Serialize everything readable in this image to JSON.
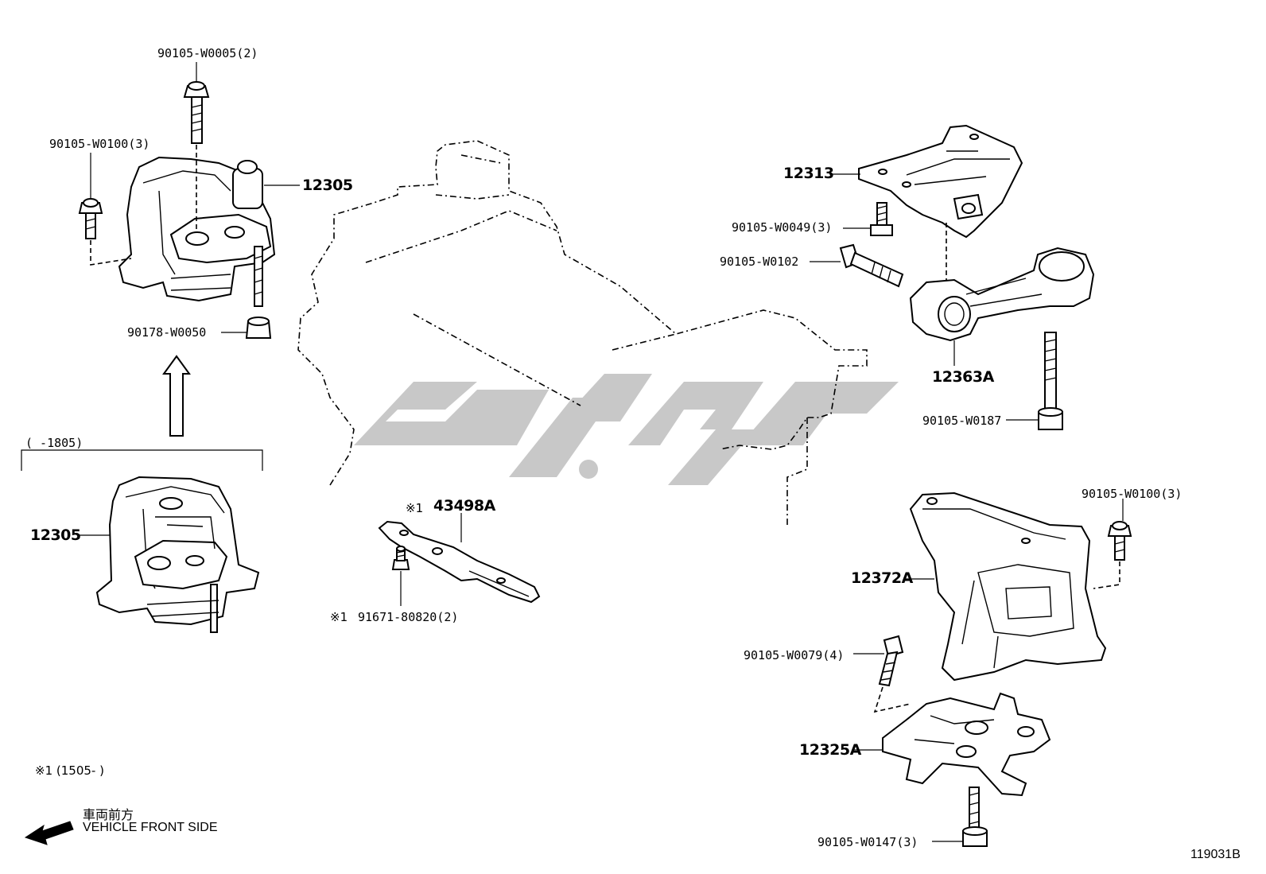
{
  "diagram_code": "119031B",
  "callouts": {
    "bolt_top": "90105-W0005(2)",
    "bolt_left": "90105-W0100(3)",
    "mount_upper": "12305",
    "nut_left": "90178-W0050",
    "date_range": "(     -1805)",
    "mount_lower": "12305",
    "bracket_43498a": "43498A",
    "bracket_43498a_mark": "※1",
    "bolt_91671": "91671-80820(2)",
    "bolt_91671_mark": "※1",
    "bracket_12313": "12313",
    "bolt_0049": "90105-W0049(3)",
    "bolt_0102": "90105-W0102",
    "rod_12363a": "12363A",
    "bolt_0187": "90105-W0187",
    "bolt_right": "90105-W0100(3)",
    "mount_12372a": "12372A",
    "bolt_0079": "90105-W0079(4)",
    "bracket_12325a": "12325A",
    "bolt_0147": "90105-W0147(3)"
  },
  "footnote": "※1 (1505-     )",
  "direction": {
    "japanese": "車両前方",
    "english": "VEHICLE FRONT SIDE"
  },
  "icons": {
    "direction_arrow": "arrow-left-icon",
    "install_arrow": "arrow-up-icon"
  }
}
